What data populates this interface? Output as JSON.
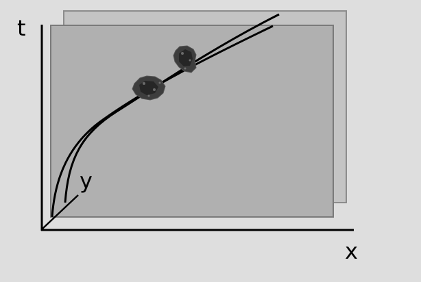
{
  "axes": {
    "t_label": "t",
    "y_label": "y",
    "x_label": "x"
  },
  "colors": {
    "background": "#dedede",
    "back_plane_fill": "#c4c4c4",
    "back_plane_stroke": "#8c8c8c",
    "front_plane_fill": "#b0b0b0",
    "front_plane_stroke": "#7a7a7a",
    "line": "#000000",
    "blob": "#3a3a3a"
  },
  "elements": {
    "back_plane": "plane",
    "front_plane": "plane",
    "trajectory_1": "curve",
    "trajectory_2": "curve",
    "particle_1": "particle",
    "particle_2": "particle"
  }
}
